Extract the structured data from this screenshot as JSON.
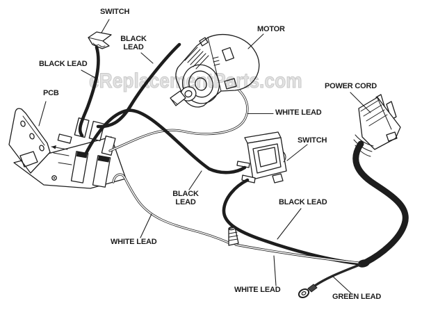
{
  "watermark": "eReplacementParts.com",
  "colors": {
    "line": "#1d1d1d",
    "watermark": "#e2e2e2",
    "background": "#ffffff",
    "green_lead_wire": "#262626"
  },
  "labels": {
    "switch_top": "SWITCH",
    "black_lead_motor": "BLACK LEAD",
    "motor": "MOTOR",
    "black_lead_left": "BLACK LEAD",
    "pcb": "PCB",
    "white_lead_motor": "WHITE LEAD",
    "power_cord": "POWER CORD",
    "switch_main": "SWITCH",
    "black_lead_center": "BLACK LEAD",
    "black_lead_right": "BLACK LEAD",
    "white_lead_bottom_left": "WHITE LEAD",
    "white_lead_bottom_center": "WHITE LEAD",
    "green_lead": "GREEN LEAD"
  }
}
